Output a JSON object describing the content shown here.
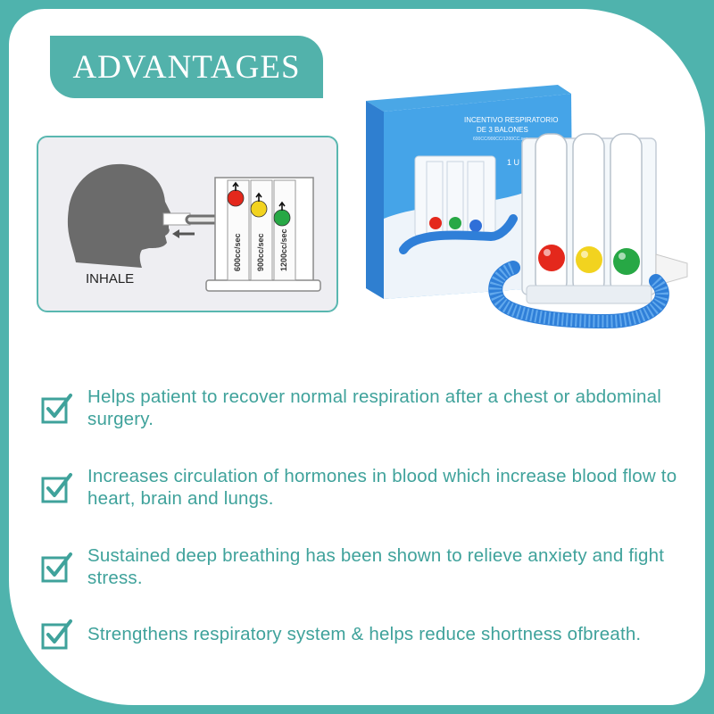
{
  "header": {
    "title": "ADVANTAGES"
  },
  "diagram": {
    "inhale_label": "INHALE",
    "chamber_labels": [
      "600cc/sec",
      "900cc/sec",
      "1200cc/sec"
    ],
    "ball_colors": [
      "#e4281c",
      "#f2d31f",
      "#27a845"
    ]
  },
  "product": {
    "box_text_line1": "INCENTIVO RESPIRATORIO",
    "box_text_line2": "DE 3 BALONES",
    "box_text_small": "600CC/900CC/1200CC.sec",
    "box_corner": "1 U"
  },
  "advantages": [
    {
      "text": "Helps patient to recover normal respiration after a chest or abdominal surgery."
    },
    {
      "text": "Increases circulation of hormones in blood which increase blood flow to heart, brain and lungs."
    },
    {
      "text": "Sustained deep breathing has been shown to relieve anxiety and fight stress."
    },
    {
      "text": "Strengthens respiratory system & helps reduce shortness ofbreath."
    }
  ],
  "colors": {
    "teal": "#4fb3ad",
    "text_teal": "#3fa29b",
    "ball_red": "#e4281c",
    "ball_yellow": "#f2d31f",
    "ball_green": "#27a845",
    "tube_blue": "#2f7fd8"
  }
}
